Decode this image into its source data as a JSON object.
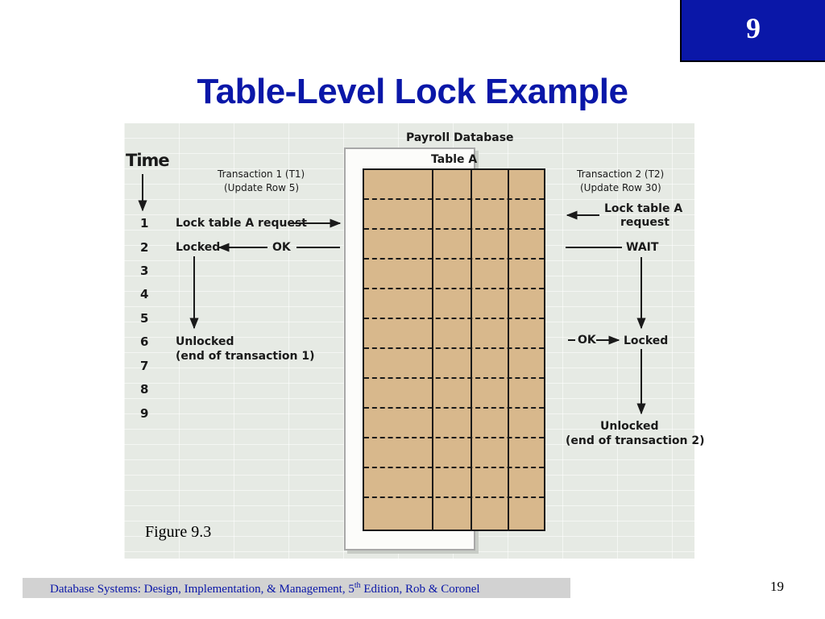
{
  "chapter": "9",
  "title": "Table-Level Lock Example",
  "figure": {
    "database_label": "Payroll Database",
    "table_label": "Table A",
    "time_label": "Time",
    "time_steps": [
      "1",
      "2",
      "3",
      "4",
      "5",
      "6",
      "7",
      "8",
      "9"
    ],
    "t1": {
      "header_line1": "Transaction 1 (T1)",
      "header_line2": "(Update Row 5)",
      "request": "Lock table A request",
      "locked": "Locked",
      "ok": "OK",
      "unlocked_line1": "Unlocked",
      "unlocked_line2": "(end of transaction 1)"
    },
    "t2": {
      "header_line1": "Transaction 2 (T2)",
      "header_line2": "(Update Row 30)",
      "request_line1": "Lock table A",
      "request_line2": "request",
      "wait": "WAIT",
      "ok": "OK",
      "locked": "Locked",
      "unlocked_line1": "Unlocked",
      "unlocked_line2": "(end of transaction 2)"
    },
    "caption": "Figure 9.3"
  },
  "footer": {
    "text_before": "Database Systems: Design, Implementation, & Management, 5",
    "sup": "th",
    "text_after": " Edition, Rob & Coronel"
  },
  "page_number": "19"
}
